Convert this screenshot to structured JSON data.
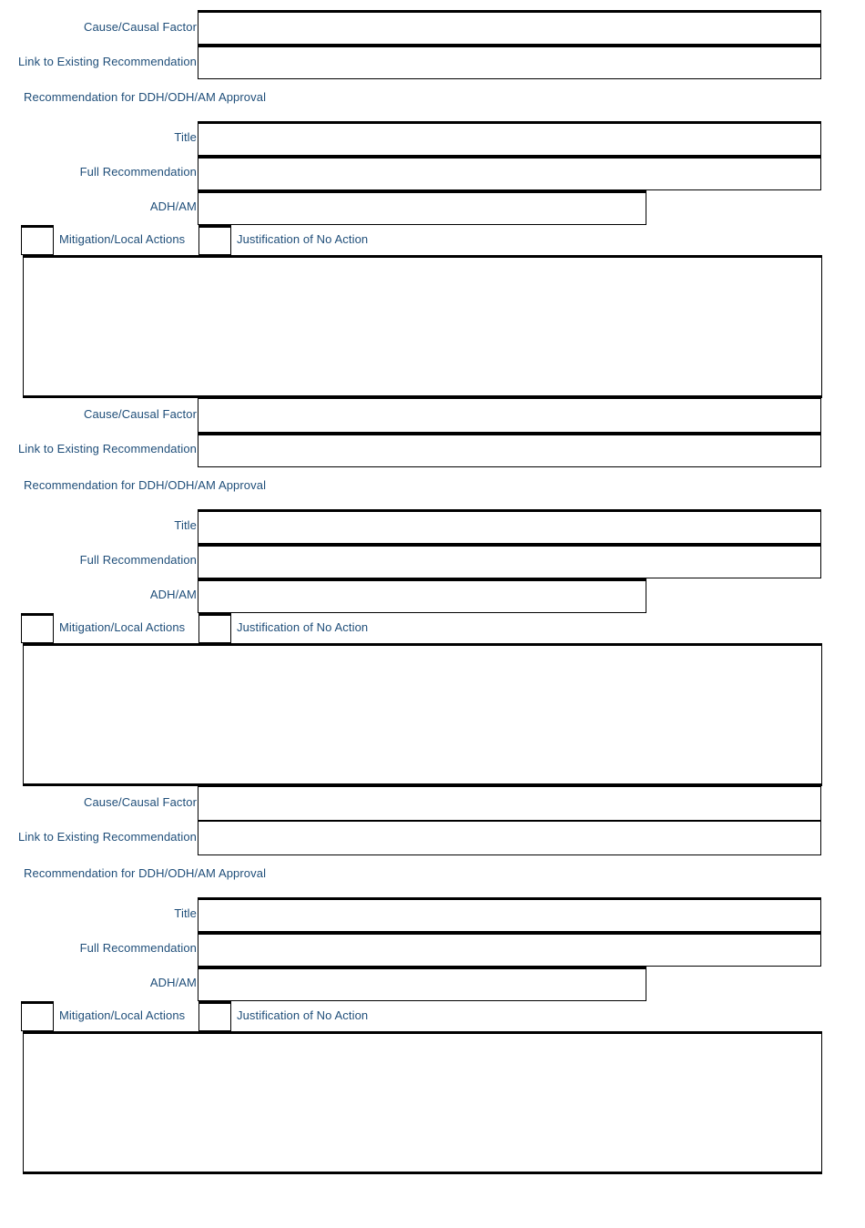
{
  "document": {
    "title": "Recommendation Form",
    "text_color": "#1F4E79",
    "border_color": "#000000",
    "background": "#ffffff"
  },
  "labels": {
    "cause_causal_factor": "Cause/Causal Factor",
    "link_to_existing_recommendation": "Link to Existing Recommendation",
    "section_heading": "Recommendation for DDH/ODH/AM Approval",
    "title": "Title",
    "full_recommendation": "Full Recommendation",
    "adh_am": "ADH/AM",
    "mitigation_local_actions": "Mitigation/Local Actions",
    "justification_of_no_action": "Justification of No Action"
  },
  "groups": [
    {
      "index": 1,
      "cause_causal_factor_value": "",
      "link_to_existing_recommendation_value": "",
      "title_value": "",
      "full_recommendation_value": "",
      "adh_am_value": "",
      "mitigation_local_actions_checked": false,
      "justification_of_no_action_checked": false,
      "details_value": ""
    },
    {
      "index": 2,
      "cause_causal_factor_value": "",
      "link_to_existing_recommendation_value": "",
      "title_value": "",
      "full_recommendation_value": "",
      "adh_am_value": "",
      "mitigation_local_actions_checked": false,
      "justification_of_no_action_checked": false,
      "details_value": ""
    },
    {
      "index": 3,
      "cause_causal_factor_value": "",
      "link_to_existing_recommendation_value": "",
      "title_value": "",
      "full_recommendation_value": "",
      "adh_am_value": "",
      "mitigation_local_actions_checked": false,
      "justification_of_no_action_checked": false,
      "details_value": ""
    }
  ]
}
